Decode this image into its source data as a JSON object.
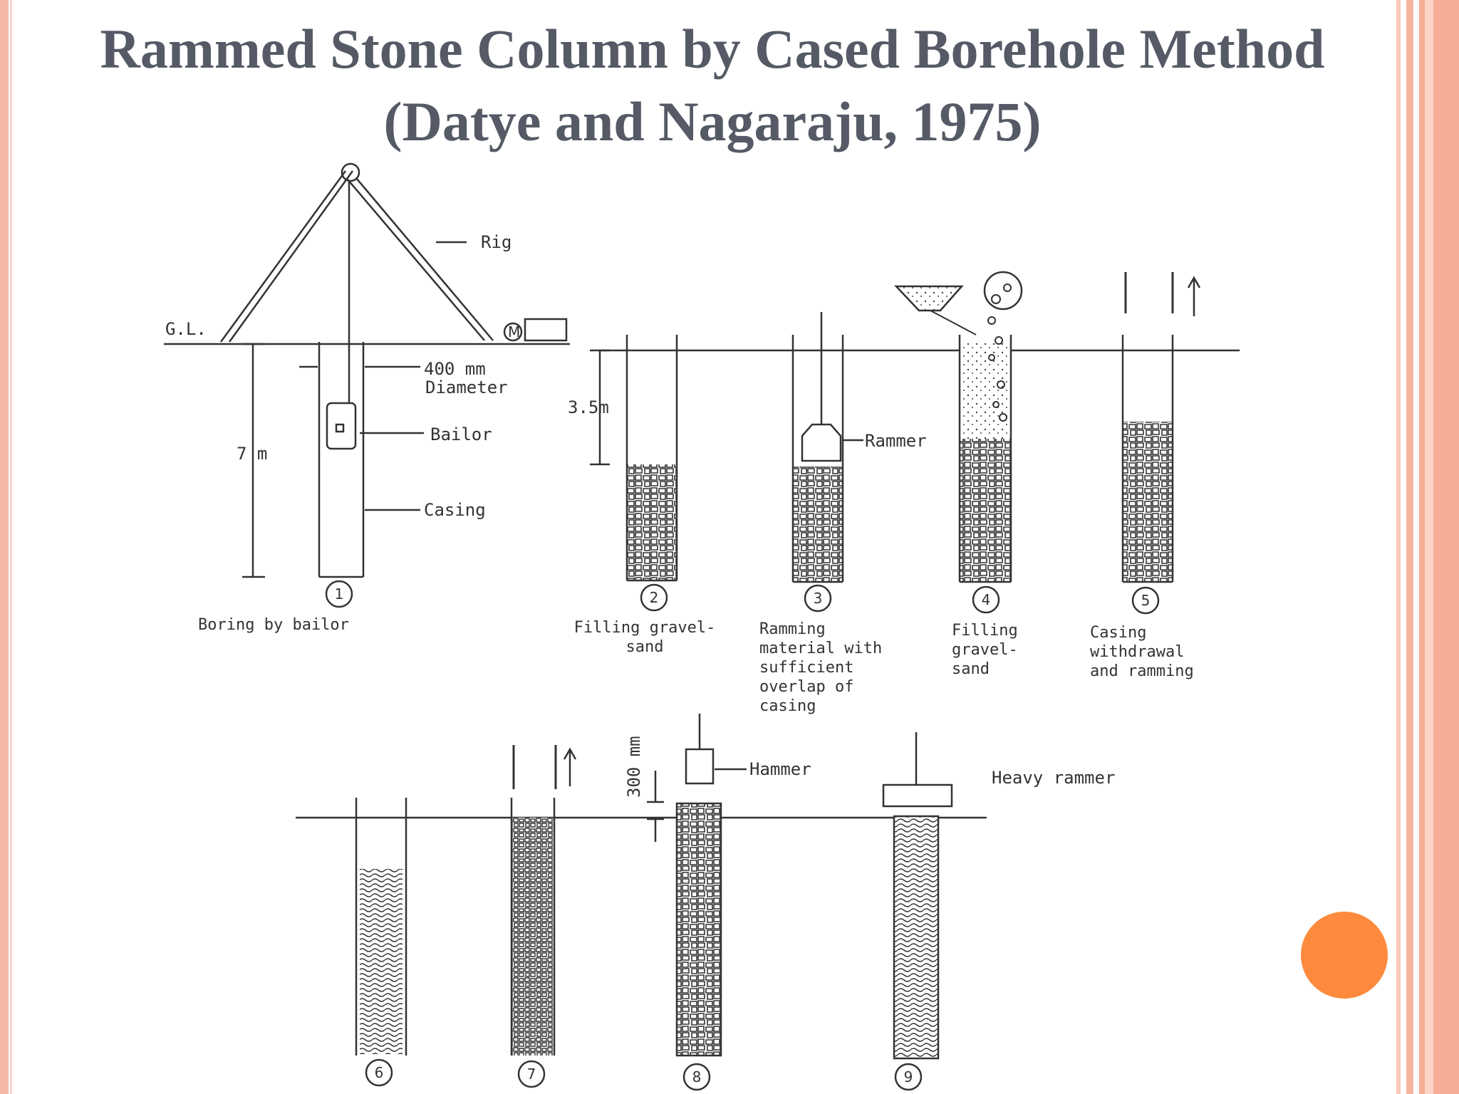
{
  "slide": {
    "title_line1": "Rammed Stone Column by Cased Borehole Method",
    "title_line2": "(Datye and Nagaraju, 1975)"
  },
  "labels": {
    "rig": "Rig",
    "gl": "G.L.",
    "motor": "M",
    "diameter_line1": "400 mm",
    "diameter_line2": "Diameter",
    "depth_7m": "7 m",
    "depth_35m": "3.5m",
    "bailor": "Bailor",
    "casing": "Casing",
    "rammer": "Rammer",
    "hammer": "Hammer",
    "heavy_rammer": "Heavy rammer",
    "gap_300mm": "300 mm"
  },
  "steps": [
    {
      "number": "1",
      "caption": [
        "Boring by bailor"
      ]
    },
    {
      "number": "2",
      "caption": [
        "Filling gravel-",
        "sand"
      ]
    },
    {
      "number": "3",
      "caption": [
        "Ramming",
        "material with",
        "sufficient",
        "overlap of",
        "casing"
      ]
    },
    {
      "number": "4",
      "caption": [
        "Filling",
        "gravel-",
        "sand"
      ]
    },
    {
      "number": "5",
      "caption": [
        "Casing",
        "withdrawal",
        "and ramming"
      ]
    },
    {
      "number": "6",
      "caption": []
    },
    {
      "number": "7",
      "caption": []
    },
    {
      "number": "8",
      "caption": []
    },
    {
      "number": "9",
      "caption": []
    }
  ],
  "colors": {
    "title": "#555a66",
    "accent_dot": "#fd8a3d",
    "border": "#f6b8a6",
    "line": "#333333"
  }
}
